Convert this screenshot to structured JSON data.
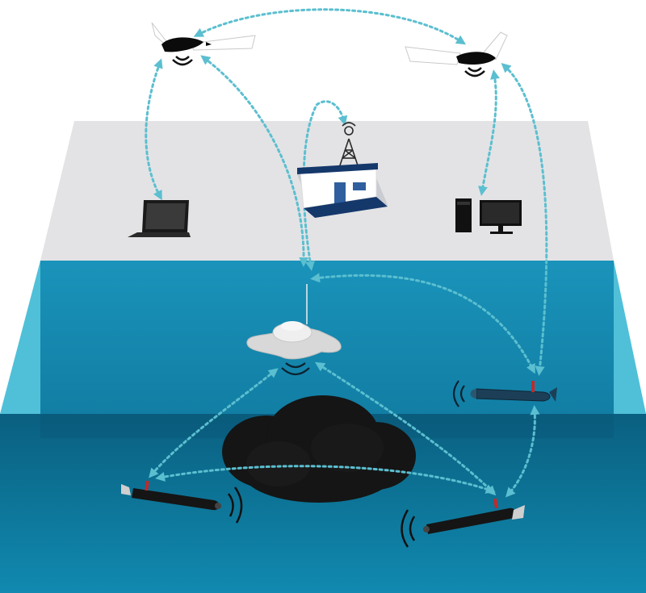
{
  "diagram": {
    "nodes": [
      {
        "id": "uav-left",
        "icon": "fixed-wing-drone-icon"
      },
      {
        "id": "uav-right",
        "icon": "fixed-wing-drone-icon"
      },
      {
        "id": "laptop",
        "icon": "laptop-icon"
      },
      {
        "id": "ground-station",
        "icon": "radio-tower-building-icon"
      },
      {
        "id": "desktop",
        "icon": "desktop-computer-icon"
      },
      {
        "id": "surface-buoy",
        "icon": "buoy-icon"
      },
      {
        "id": "surface-auv",
        "icon": "torpedo-auv-icon"
      },
      {
        "id": "auv-left",
        "icon": "torpedo-auv-icon"
      },
      {
        "id": "auv-right",
        "icon": "torpedo-auv-icon"
      },
      {
        "id": "seafloor-obstacle",
        "icon": "rock-outcrop-icon"
      }
    ],
    "links": [
      {
        "from": "uav-left",
        "to": "uav-right"
      },
      {
        "from": "uav-left",
        "to": "laptop"
      },
      {
        "from": "uav-left",
        "to": "surface-buoy"
      },
      {
        "from": "ground-station",
        "to": "surface-buoy"
      },
      {
        "from": "uav-right",
        "to": "desktop"
      },
      {
        "from": "uav-right",
        "to": "surface-auv"
      },
      {
        "from": "surface-buoy",
        "to": "surface-auv"
      },
      {
        "from": "surface-buoy",
        "to": "auv-left"
      },
      {
        "from": "surface-buoy",
        "to": "auv-right"
      },
      {
        "from": "auv-left",
        "to": "auv-right"
      },
      {
        "from": "surface-auv",
        "to": "auv-right"
      }
    ],
    "colors": {
      "link": "#5bbfd0",
      "land": "#e3e3e5",
      "water_surface": "#1990b8",
      "water_side": "#4fc0d8",
      "water_deep": "#0d6f92",
      "obstacle": "#151515"
    }
  }
}
